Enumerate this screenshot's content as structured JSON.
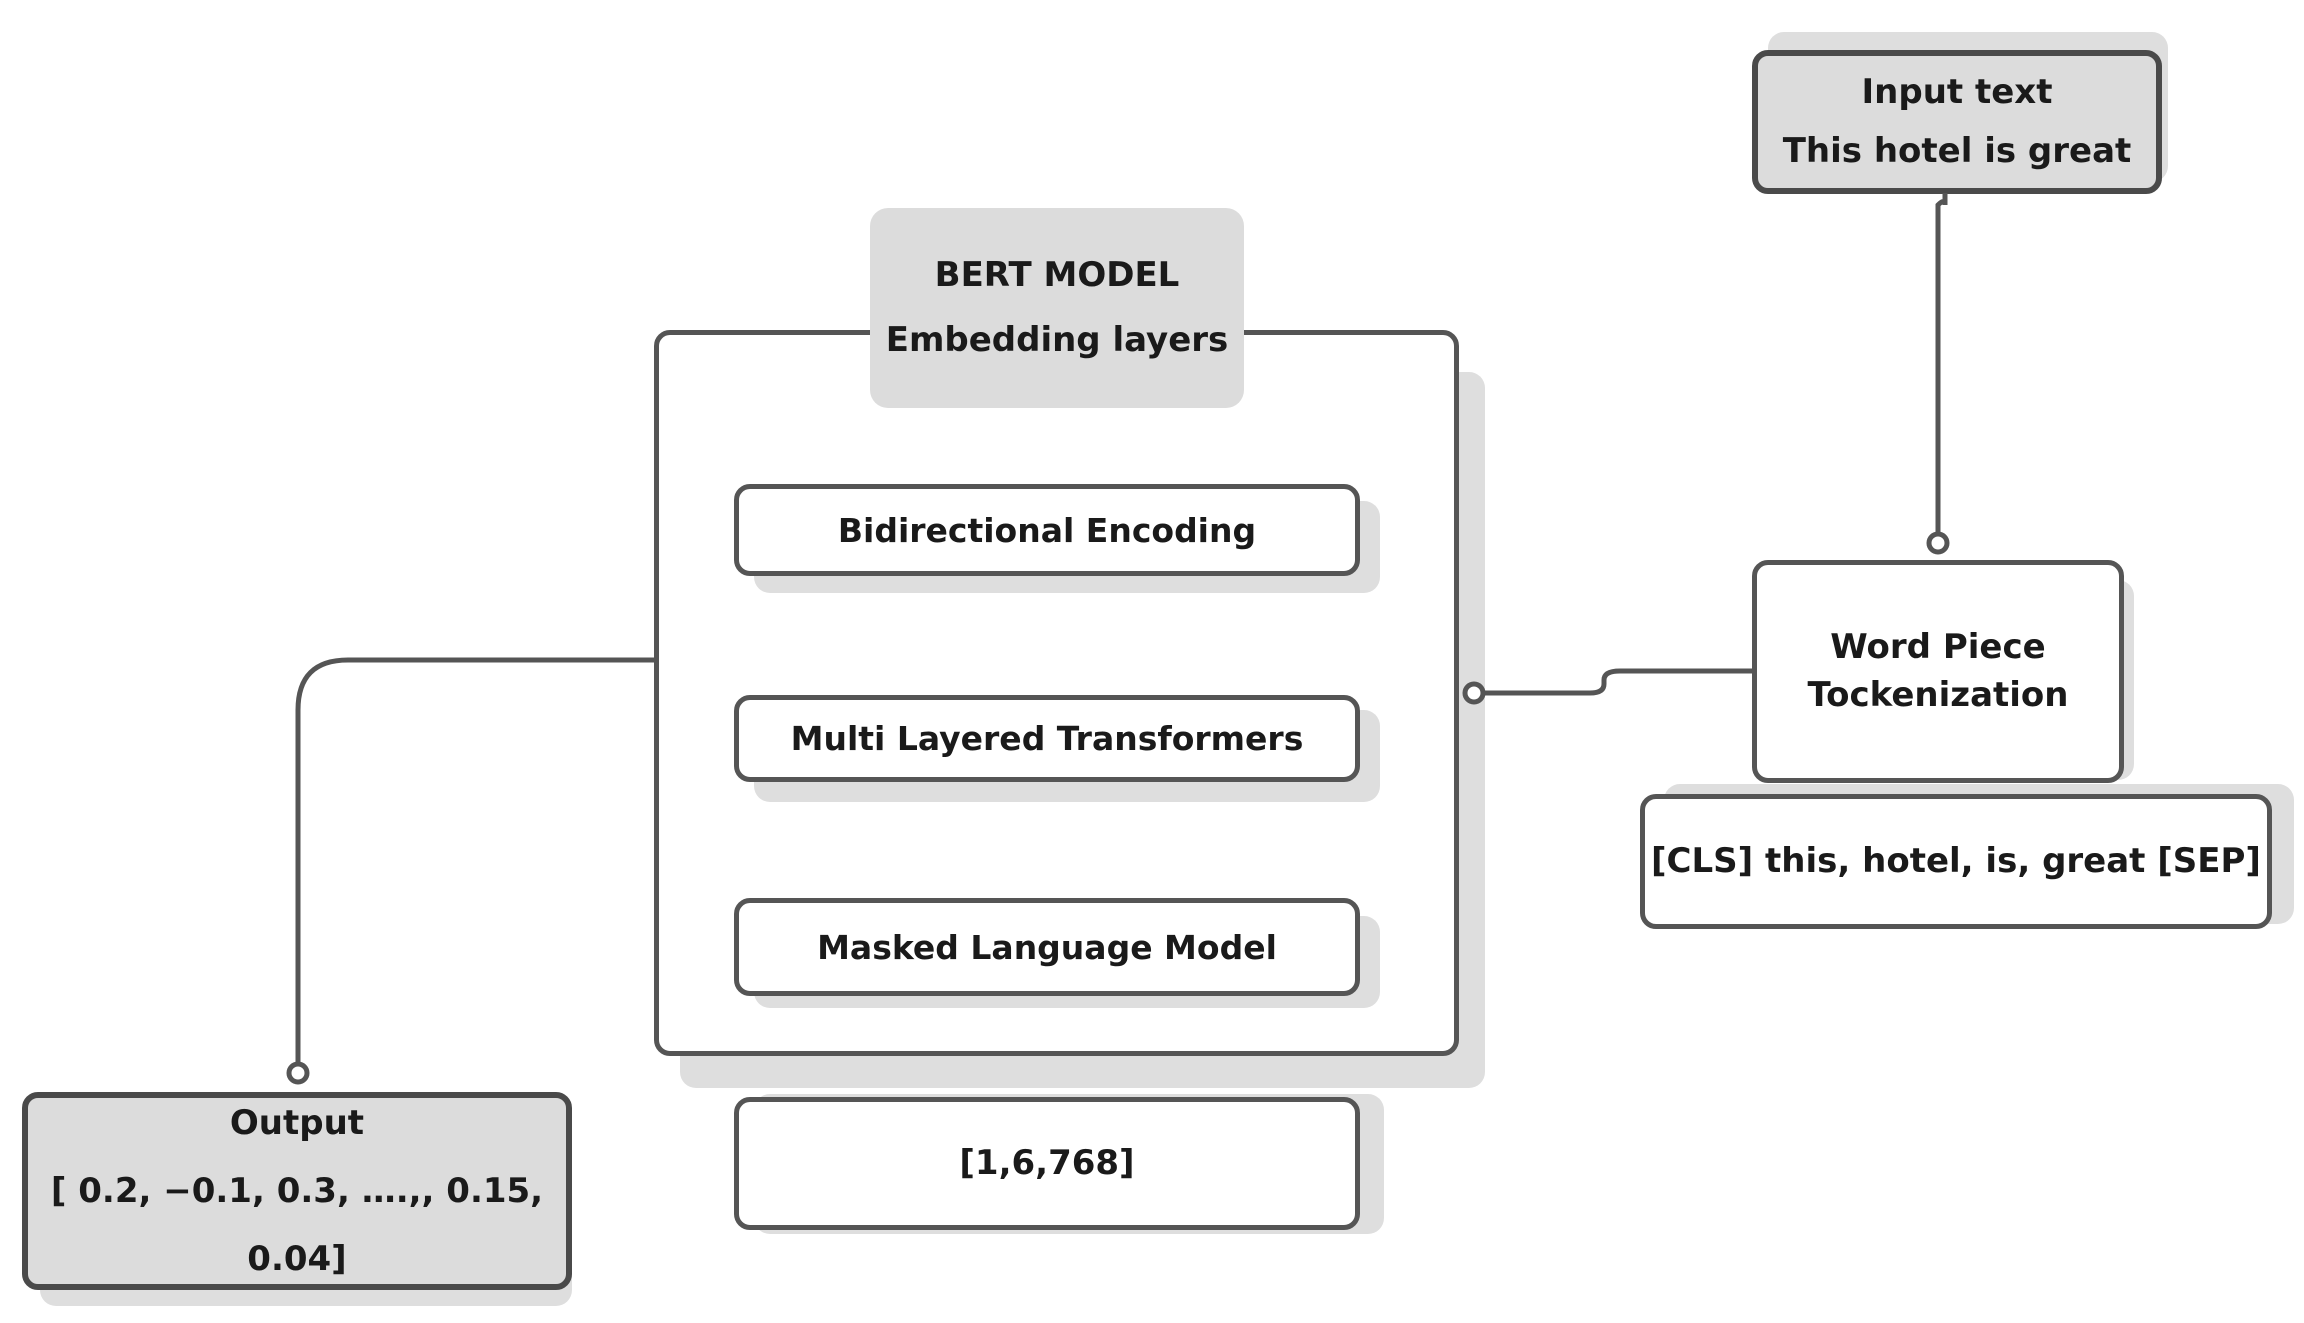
{
  "bert_model": {
    "title": "BERT MODEL",
    "subtitle": "Embedding layers",
    "layers": [
      "Bidirectional Encoding",
      "Multi Layered Transformers",
      "Masked Language Model"
    ]
  },
  "dimensions_box": "[1,6,768]",
  "input_text": {
    "title": "Input text",
    "value": "This hotel is great"
  },
  "tokenization": {
    "line1": "Word Piece",
    "line2": "Tockenization",
    "tokens": "[CLS] this, hotel, is, great [SEP]"
  },
  "output": {
    "title": "Output",
    "value": "[ 0.2, −0.1, 0.3, ….,, 0.15, 0.04]"
  },
  "colors": {
    "line": "#555555",
    "grey_fill": "#dcdcdc",
    "shadow": "#dedede"
  }
}
